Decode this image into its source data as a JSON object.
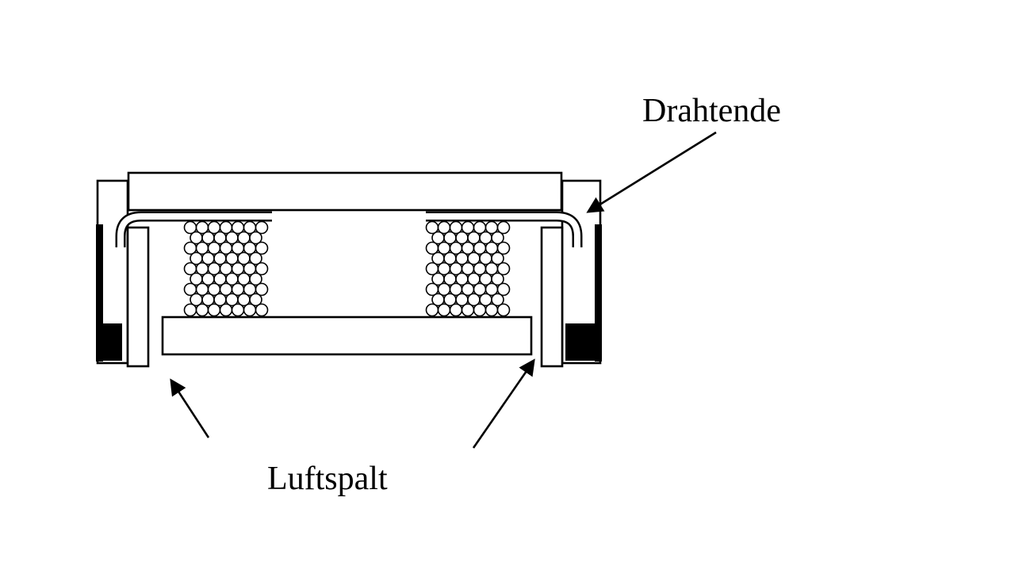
{
  "diagram": {
    "labels": {
      "wire_end": "Drahtende",
      "air_gap": "Luftspalt"
    },
    "colors": {
      "line": "#000000",
      "background": "#ffffff",
      "fill": "#ffffff",
      "magnet_block": "#000000"
    },
    "coils": {
      "count": 2,
      "rows": 9,
      "columns": 7,
      "turn_radius": 7.5
    }
  }
}
